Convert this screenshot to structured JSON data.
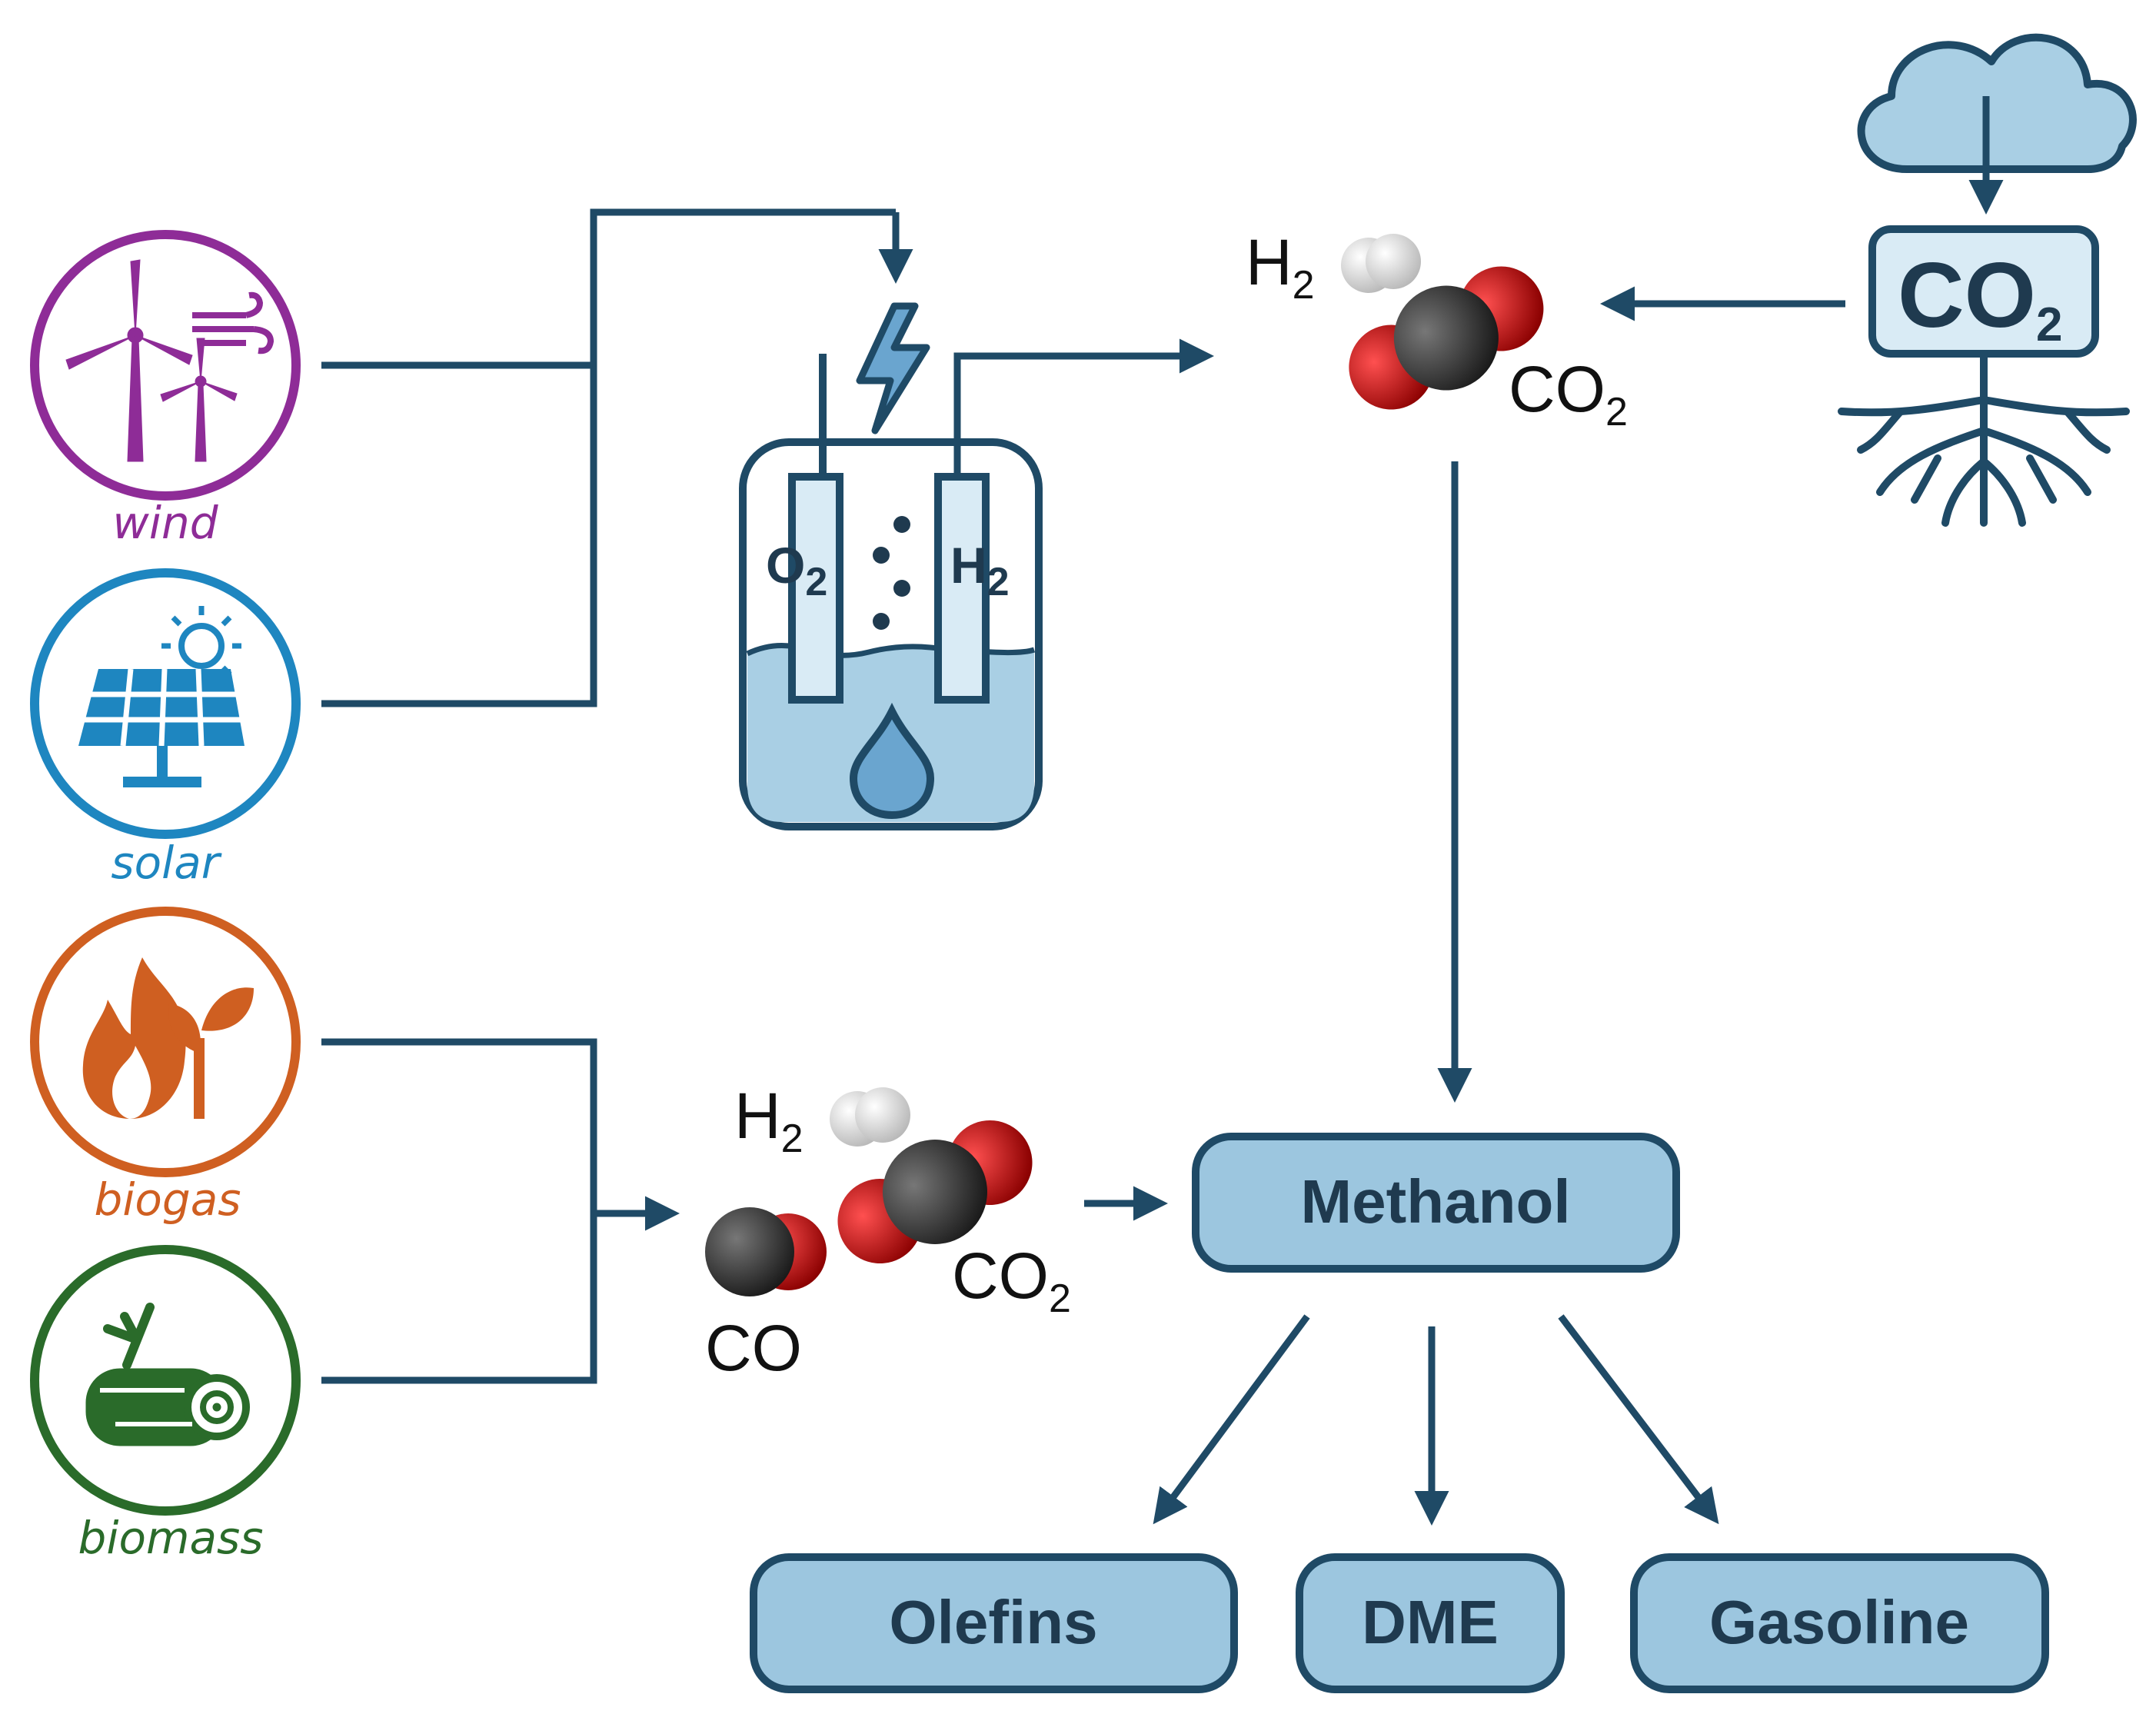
{
  "sources": {
    "wind": {
      "label": "wind",
      "color": "#8e2c97"
    },
    "solar": {
      "label": "solar",
      "color": "#1e86c0"
    },
    "biogas": {
      "label": "biogas",
      "color": "#cf5f21"
    },
    "biomass": {
      "label": "biomass",
      "color": "#2a6b2a"
    }
  },
  "electrolyzer": {
    "left_gas": {
      "main": "O",
      "sub": "2"
    },
    "right_gas": {
      "main": "H",
      "sub": "2"
    }
  },
  "upper_mix": {
    "h2": {
      "main": "H",
      "sub": "2"
    },
    "co2": {
      "main": "CO",
      "sub": "2"
    }
  },
  "capture": {
    "co2": {
      "main": "CO",
      "sub": "2"
    }
  },
  "lower_mix": {
    "h2": {
      "main": "H",
      "sub": "2"
    },
    "co2": {
      "main": "CO",
      "sub": "2"
    },
    "co": "CO"
  },
  "products": {
    "methanol": "Methanol",
    "olefins": "Olefins",
    "dme": "DME",
    "gasoline": "Gasoline"
  },
  "colors": {
    "line": "#1f4a66",
    "box_fill": "#9cc6df",
    "box_stroke": "#1f4a66",
    "water": "#a9cfe4",
    "carbon": "#333333",
    "oxygen": "#d01010",
    "hydrogen": "#eeeeee"
  },
  "icons": [
    "wind-turbine-icon",
    "solar-panel-icon",
    "flame-leaf-icon",
    "log-branch-icon",
    "lightning-icon",
    "water-drop-icon",
    "cloud-icon",
    "roots-icon"
  ]
}
